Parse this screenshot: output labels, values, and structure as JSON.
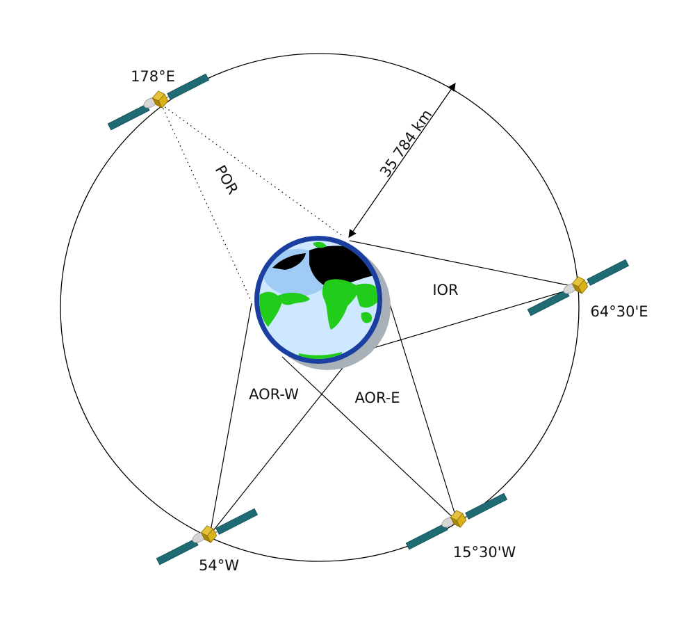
{
  "colors": {
    "orbit": "#000000",
    "ocean": "#cde8ff",
    "ocean_light": "#9fcbf5",
    "land": "#22cc1a",
    "night": "#000000",
    "globe_rim": "#1a3fa0",
    "globe_shadow": "#a8b0b8",
    "panel": "#1e6b73",
    "sat_body": "#d9b21a",
    "sat_body_dark": "#a8870c",
    "sat_dish": "#d6d6d6"
  },
  "distance_label": "35 784 km",
  "regions": {
    "por": "POR",
    "ior": "IOR",
    "aor_w": "AOR-W",
    "aor_e": "AOR-E"
  },
  "satellites": [
    {
      "id": "sat-178e",
      "label": "178°E",
      "icon": "satellite-icon"
    },
    {
      "id": "sat-64e",
      "label": "64°30'E",
      "icon": "satellite-icon"
    },
    {
      "id": "sat-15w",
      "label": "15°30'W",
      "icon": "satellite-icon"
    },
    {
      "id": "sat-54w",
      "label": "54°W",
      "icon": "satellite-icon"
    }
  ],
  "earth": {
    "icon": "earth-globe-icon"
  }
}
